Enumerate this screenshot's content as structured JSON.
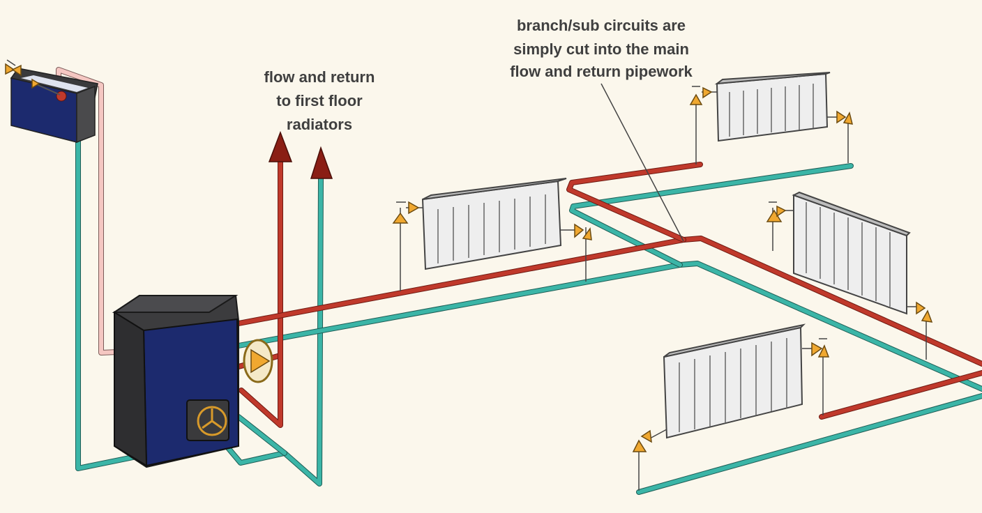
{
  "labels": {
    "first_floor": {
      "line1": "flow and return",
      "line2": "to first floor",
      "line3": "radiators"
    },
    "branch": {
      "line1": "branch/sub circuits are",
      "line2": "simply cut into the main",
      "line3": "flow and return pipework"
    }
  },
  "colors": {
    "flow_pipe": "#c0392b",
    "return_pipe": "#3bb5a7",
    "cold_feed_pipe": "#f5c7c2",
    "boiler_panel": "#1c2a6e",
    "boiler_body": "#3c3c3e",
    "valve": "#f0a830",
    "background": "#fbf7ec"
  },
  "icons": {
    "pump": "pump-icon",
    "boiler_fan": "fan-icon",
    "radiator_valve": "valve-icon",
    "header_tank": "expansion-tank-icon"
  }
}
